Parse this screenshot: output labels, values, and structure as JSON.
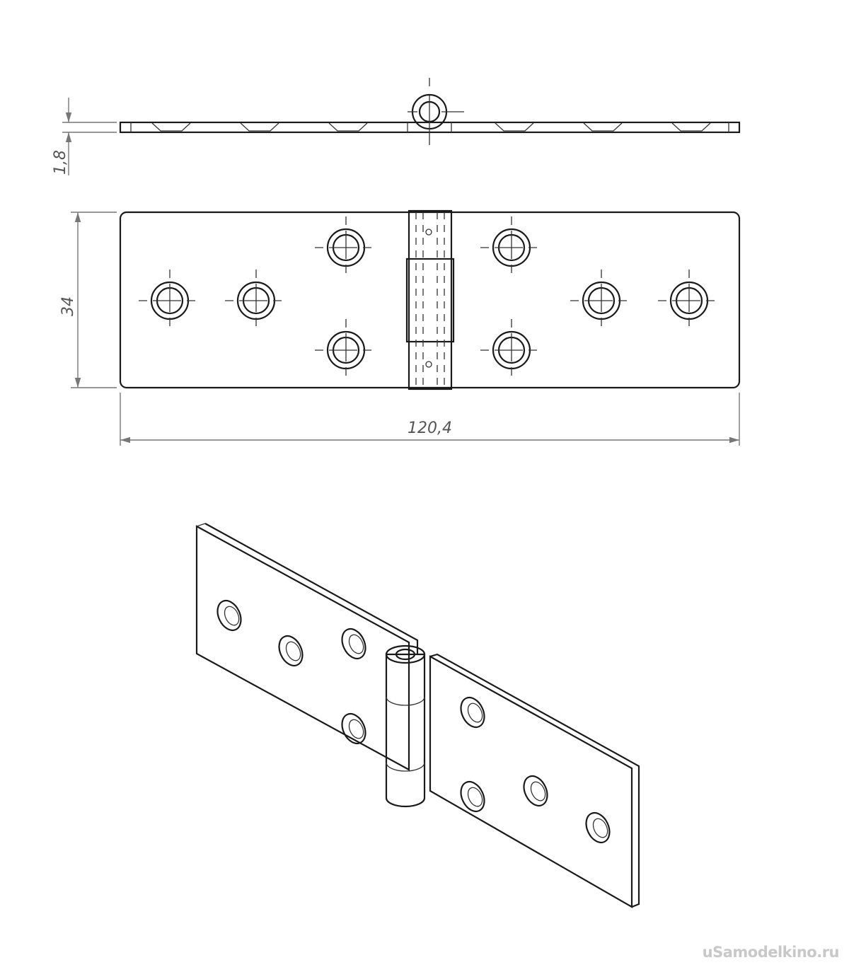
{
  "dimensions": {
    "thickness": "1,8",
    "width": "34",
    "length": "120,4"
  },
  "watermark": "uSamodelkino.ru",
  "colors": {
    "line": "#1a1a1a",
    "dimension": "#777777",
    "watermark": "#c8c8c8"
  }
}
